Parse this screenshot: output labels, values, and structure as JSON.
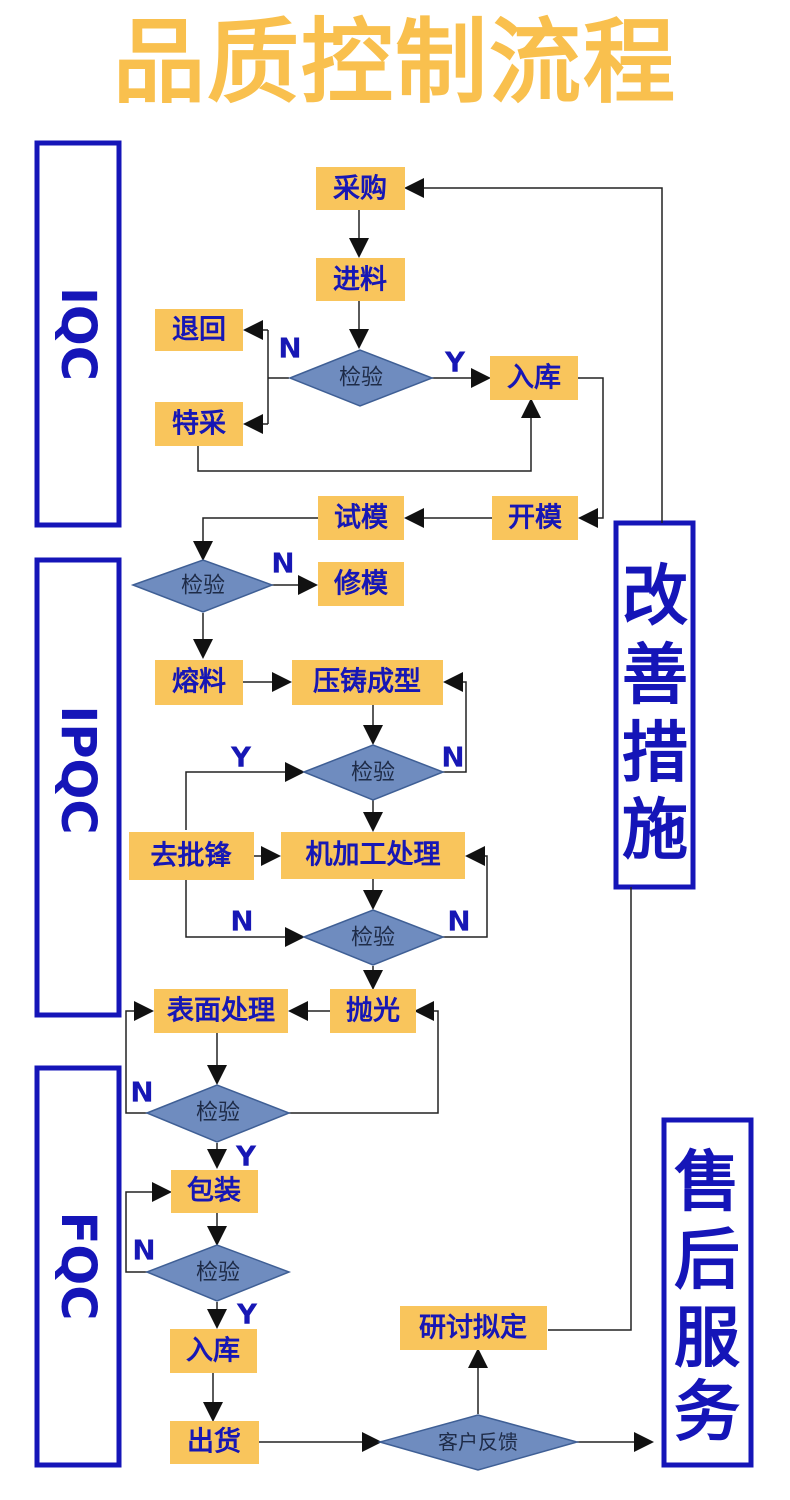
{
  "title": "品质控制流程",
  "sections": {
    "iqc": "IQC",
    "ipqc": "IPQC",
    "fqc": "FQC"
  },
  "side_boxes": {
    "improvement": [
      "改",
      "善",
      "措",
      "施"
    ],
    "after_sales": [
      "售",
      "后",
      "服",
      "务"
    ]
  },
  "nodes": {
    "purchase": "采购",
    "incoming": "进料",
    "return": "退回",
    "special": "特采",
    "inspect": "检验",
    "storage": "入库",
    "trial_mold": "试模",
    "open_mold": "开模",
    "repair_mold": "修模",
    "melt": "熔料",
    "die_cast": "压铸成型",
    "deburr": "去批锋",
    "machining": "机加工处理",
    "polish": "抛光",
    "surface": "表面处理",
    "packing": "包装",
    "storage2": "入库",
    "shipping": "出货",
    "feedback": "客户反馈",
    "study": "研讨拟定"
  },
  "labels": {
    "yes": "Y",
    "no": "N"
  },
  "colors": {
    "title": "#f9c04e",
    "box_border": "#1515b8",
    "process_fill": "#f9c55c",
    "diamond_fill": "#6f8cbf",
    "text_blue": "#1717b5"
  }
}
